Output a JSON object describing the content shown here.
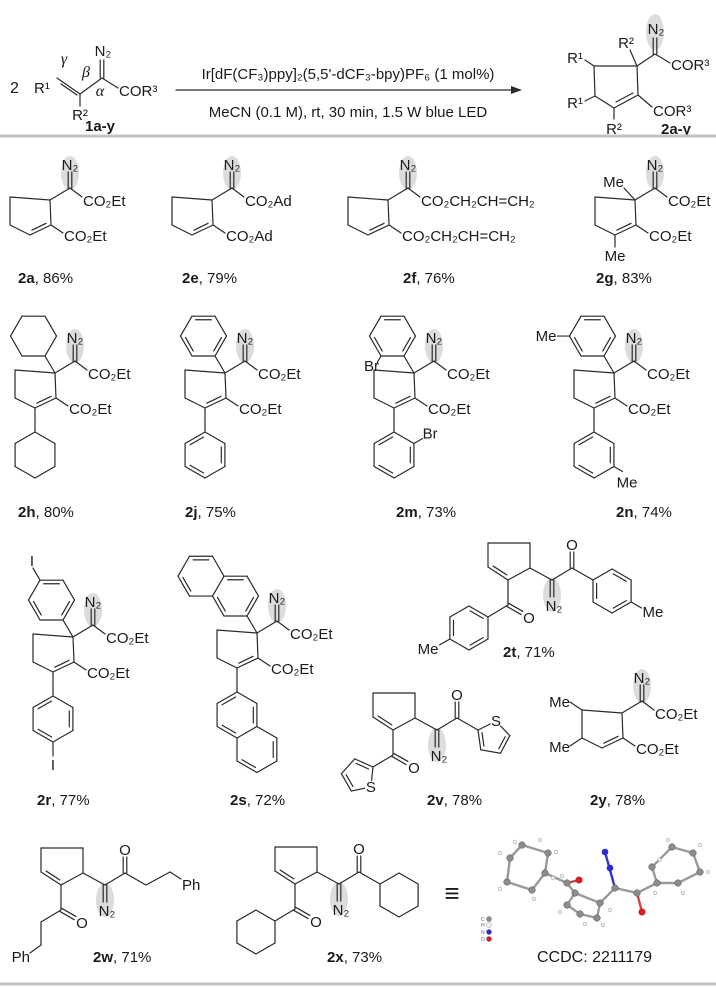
{
  "scheme": {
    "coefficient": "2",
    "reactant": {
      "r1": "R¹",
      "r2": "R²",
      "n2": "N₂",
      "cor3": "COR³",
      "gamma": "γ",
      "beta": "β",
      "alpha": "α",
      "label": "1a-y"
    },
    "conditions": [
      "Ir[dF(CF₃)ppy]₂(5,5'-dCF₃-bpy)PF₆ (1 mol%)",
      "MeCN (0.1 M), rt, 30 min, 1.5 W blue LED"
    ],
    "product": {
      "r1_top": "R¹",
      "r1_bottom": "R¹",
      "r2_top": "R²",
      "r2_bottom": "R²",
      "n2": "N₂",
      "cor3_top": "COR³",
      "cor3_bottom": "COR³",
      "label": "2a-y"
    }
  },
  "compounds": [
    {
      "id": "2a",
      "yield": "86%",
      "n2": "N₂",
      "ester_top": "CO₂Et",
      "ester_bottom": "CO₂Et"
    },
    {
      "id": "2e",
      "yield": "79%",
      "n2": "N₂",
      "ester_top": "CO₂Ad",
      "ester_bottom": "CO₂Ad"
    },
    {
      "id": "2f",
      "yield": "76%",
      "n2": "N₂",
      "ester_top": "CO₂CH₂CH=CH₂",
      "ester_bottom": "CO₂CH₂CH=CH₂"
    },
    {
      "id": "2g",
      "yield": "83%",
      "n2": "N₂",
      "ester_top": "CO₂Et",
      "ester_bottom": "CO₂Et",
      "substituents": [
        "Me",
        "Me"
      ]
    },
    {
      "id": "2h",
      "yield": "80%",
      "n2": "N₂",
      "ester_top": "CO₂Et",
      "ester_bottom": "CO₂Et"
    },
    {
      "id": "2j",
      "yield": "75%",
      "n2": "N₂",
      "ester_top": "CO₂Et",
      "ester_bottom": "CO₂Et"
    },
    {
      "id": "2m",
      "yield": "73%",
      "n2": "N₂",
      "ester_top": "CO₂Et",
      "ester_bottom": "CO₂Et",
      "substituents": [
        "Br",
        "Br"
      ]
    },
    {
      "id": "2n",
      "yield": "74%",
      "n2": "N₂",
      "ester_top": "CO₂Et",
      "ester_bottom": "CO₂Et",
      "substituents": [
        "Me",
        "Me"
      ]
    },
    {
      "id": "2r",
      "yield": "77%",
      "n2": "N₂",
      "ester_top": "CO₂Et",
      "ester_bottom": "CO₂Et",
      "substituents": [
        "I",
        "I"
      ]
    },
    {
      "id": "2s",
      "yield": "72%",
      "n2": "N₂",
      "ester_top": "CO₂Et",
      "ester_bottom": "CO₂Et"
    },
    {
      "id": "2t",
      "yield": "71%",
      "n2": "N₂",
      "carbonyl_o": "O",
      "substituents": [
        "Me",
        "Me"
      ]
    },
    {
      "id": "2v",
      "yield": "78%",
      "n2": "N₂",
      "carbonyl_o": "O",
      "heteroatom": "S"
    },
    {
      "id": "2y",
      "yield": "78%",
      "n2": "N₂",
      "ester_top": "CO₂Et",
      "ester_bottom": "CO₂Et",
      "substituents": [
        "Me",
        "Me"
      ]
    },
    {
      "id": "2w",
      "yield": "71%",
      "n2": "N₂",
      "carbonyl_o": "O",
      "substituents": [
        "Ph",
        "Ph"
      ]
    },
    {
      "id": "2x",
      "yield": "73%",
      "n2": "N₂",
      "carbonyl_o": "O"
    }
  ],
  "equivalence_symbol": "≡",
  "crystal": {
    "ccdc": "CCDC: 2211179",
    "legend": [
      "C",
      "H",
      "N",
      "O"
    ]
  },
  "colors": {
    "diazo_highlight": "#dcdcdc",
    "carbon": "#8c8c8c",
    "hydrogen": "#f2f2f2",
    "nitrogen": "#2a2ad8",
    "oxygen": "#d81e1e",
    "divider": "#c4c4c4"
  }
}
